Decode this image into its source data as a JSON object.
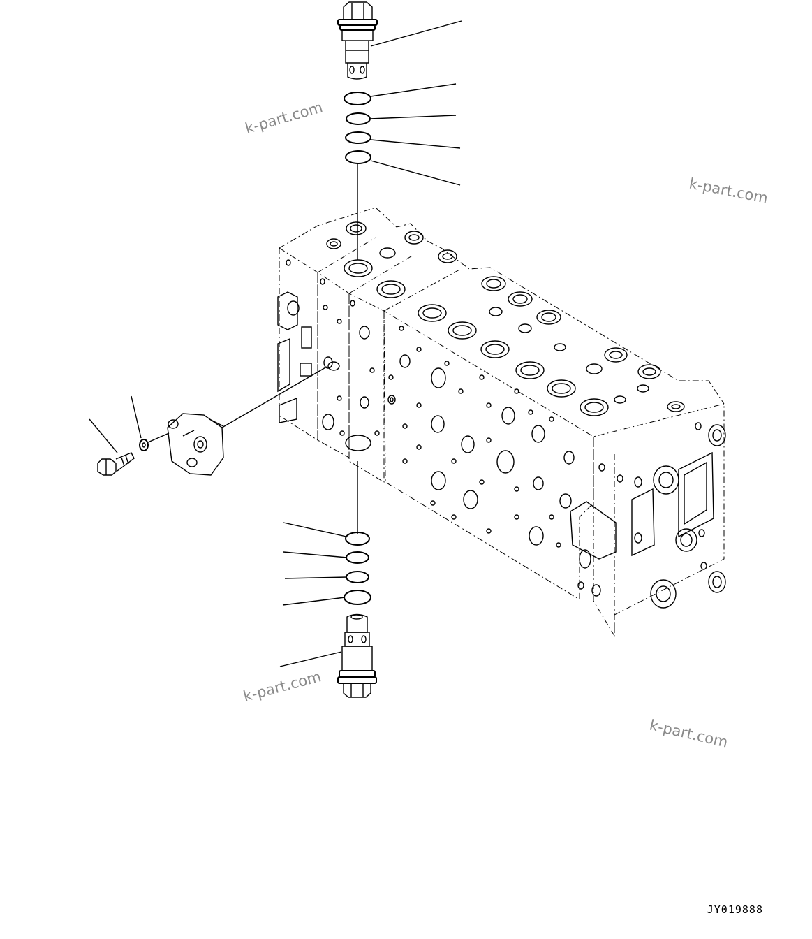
{
  "watermarks": [
    "k-part.com",
    "k-part.com",
    "k-part.com",
    "k-part.com"
  ],
  "figure_code": "JY019888"
}
